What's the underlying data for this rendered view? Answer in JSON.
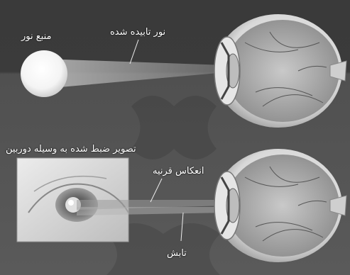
{
  "labels": {
    "light_source": "منبع نور",
    "incident_light": "نور تابیده شده",
    "camera_image": "تصویر ضبط شده به وسیله دوربین",
    "corneal_reflection": "انعکاس قرنیه",
    "glint": "تابش"
  },
  "colors": {
    "background_dark": "#3a3a3a",
    "background_mid": "#555555",
    "sclera": "#e8e8e8",
    "iris": "#7a7a7a",
    "light_source": "#ffffff",
    "camera_inset": "#d9d9d9"
  }
}
